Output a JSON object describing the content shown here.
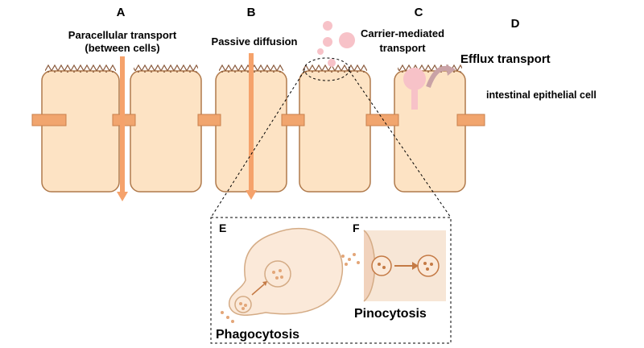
{
  "labels": {
    "a": "A",
    "b": "B",
    "c": "C",
    "d": "D",
    "e": "E",
    "f": "F",
    "paracellular_line1": "Paracellular transport",
    "paracellular_line2": "(between cells)",
    "passive": "Passive diffusion",
    "carrier_line1": "Carrier-mediated",
    "carrier_line2": "transport",
    "efflux": "Efflux transport",
    "cell": "intestinal epithelial cell",
    "phagocytosis": "Phagocytosis",
    "pinocytosis": "Pinocytosis"
  },
  "colors": {
    "cell_fill": "#fde3c4",
    "cell_stroke": "#b07a4c",
    "arrow": "#f5a26b",
    "junction": "#f1a56e",
    "molecule": "#f7c2c8",
    "efflux_pump": "#c9a2a6",
    "inset_bg": "#f7e6d6"
  }
}
